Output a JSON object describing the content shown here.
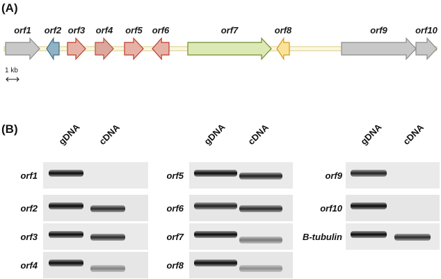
{
  "panel_a": {
    "letter": "(A)",
    "scale_label": "1 kb",
    "genes": [
      {
        "label": "orf1",
        "color": "#c8c8c8",
        "stroke": "#8a8a8a",
        "direction": "right"
      },
      {
        "label": "orf2",
        "color": "#8fb3c4",
        "stroke": "#3d6c82",
        "direction": "left"
      },
      {
        "label": "orf3",
        "color": "#e6b2a6",
        "stroke": "#c0392b",
        "direction": "right"
      },
      {
        "label": "orf4",
        "color": "#dca89d",
        "stroke": "#b54a3d",
        "direction": "right"
      },
      {
        "label": "orf5",
        "color": "#e6b2a6",
        "stroke": "#c0392b",
        "direction": "right"
      },
      {
        "label": "orf6",
        "color": "#e6b2a6",
        "stroke": "#c0392b",
        "direction": "left"
      },
      {
        "label": "orf7",
        "color": "#dde9b5",
        "stroke": "#6f8a2a",
        "direction": "right"
      },
      {
        "label": "orf8",
        "color": "#fbe29a",
        "stroke": "#d49a1a",
        "direction": "left"
      },
      {
        "label": "orf9",
        "color": "#c8c8c8",
        "stroke": "#8a8a8a",
        "direction": "right"
      },
      {
        "label": "orf10",
        "color": "#c8c8c8",
        "stroke": "#8a8a8a",
        "direction": "right"
      }
    ]
  },
  "panel_b": {
    "letter": "(B)",
    "gels": [
      {
        "headers": [
          "gDNA",
          "cDNA"
        ],
        "rows": [
          {
            "label": "orf1",
            "gdna": 1.0,
            "cdna": 0.0
          },
          {
            "label": "orf2",
            "gdna": 1.0,
            "cdna": 0.85
          },
          {
            "label": "orf3",
            "gdna": 1.0,
            "cdna": 0.85
          },
          {
            "label": "orf4",
            "gdna": 1.0,
            "cdna": 0.45
          }
        ]
      },
      {
        "headers": [
          "gDNA",
          "cDNA"
        ],
        "rows": [
          {
            "label": "orf5",
            "gdna": 1.0,
            "cdna": 0.9
          },
          {
            "label": "orf6",
            "gdna": 0.9,
            "cdna": 0.85
          },
          {
            "label": "orf7",
            "gdna": 1.0,
            "cdna": 0.5
          },
          {
            "label": "orf8",
            "gdna": 1.0,
            "cdna": 0.4
          }
        ]
      },
      {
        "headers": [
          "gDNA",
          "cDNA"
        ],
        "rows": [
          {
            "label": "orf9",
            "gdna": 0.9,
            "cdna": 0.0
          },
          {
            "label": "orf10",
            "gdna": 1.0,
            "cdna": 0.0
          },
          {
            "label": "B-tubulin",
            "gdna": 1.0,
            "cdna": 0.85
          }
        ]
      }
    ]
  }
}
